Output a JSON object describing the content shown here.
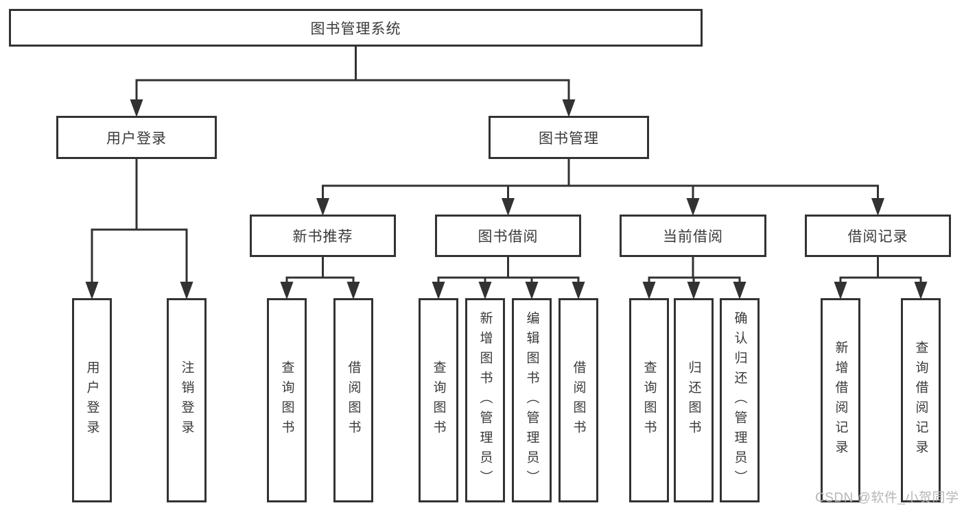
{
  "diagram": {
    "root": {
      "label": "图书管理系统"
    },
    "branches": [
      {
        "label": "用户登录",
        "children": [
          "用户登录",
          "注销登录"
        ]
      },
      {
        "label": "图书管理",
        "children": [
          {
            "label": "新书推荐",
            "children": [
              "查询图书",
              "借阅图书"
            ]
          },
          {
            "label": "图书借阅",
            "children": [
              "查询图书",
              "新增图书（管理员）",
              "编辑图书（管理员）",
              "借阅图书"
            ]
          },
          {
            "label": "当前借阅",
            "children": [
              "查询图书",
              "归还图书",
              "确认归还（管理员）"
            ]
          },
          {
            "label": "借阅记录",
            "children": [
              "新增借阅记录",
              "查询借阅记录"
            ]
          }
        ]
      }
    ]
  },
  "watermark": "CSDN @软件_小贺同学",
  "colors": {
    "line": "#323232",
    "text": "#3a3a3a",
    "watermark": "#b4b6ba",
    "background": "#ffffff"
  }
}
